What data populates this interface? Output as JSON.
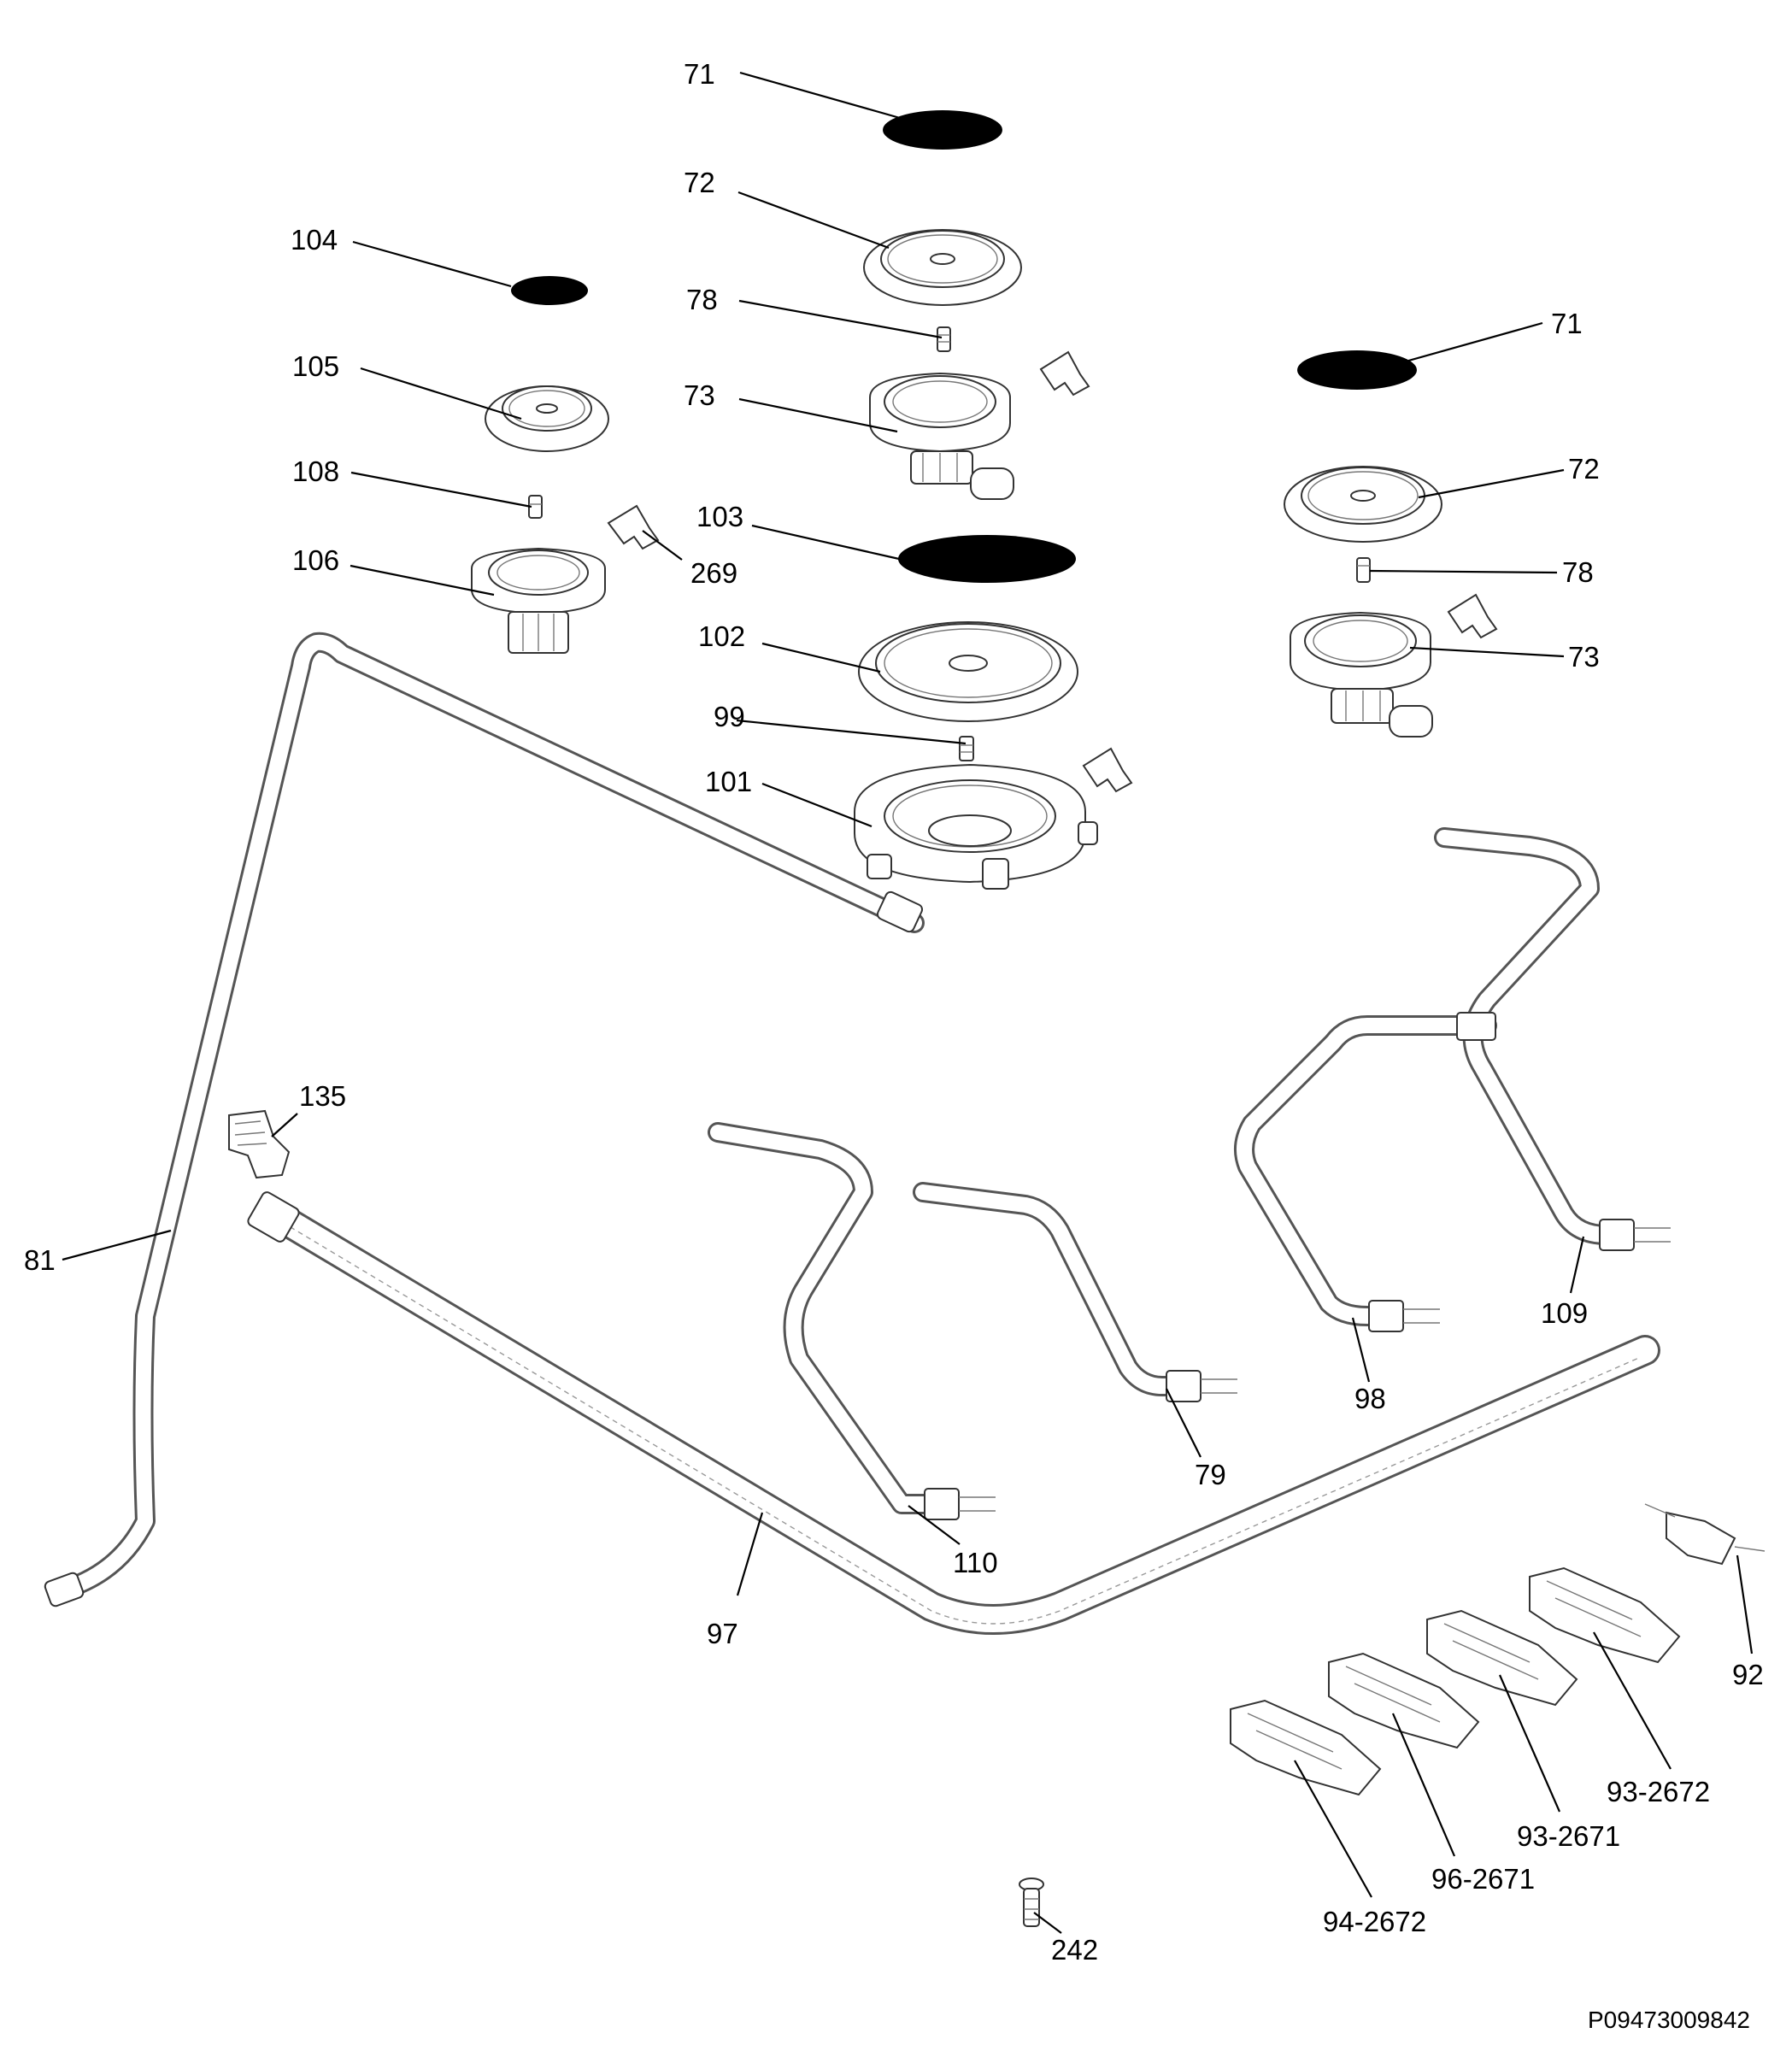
{
  "labels": {
    "p71a": "71",
    "p72a": "72",
    "p78a": "78",
    "p73a": "73",
    "p104": "104",
    "p105": "105",
    "p108": "108",
    "p106": "106",
    "p269": "269",
    "p103": "103",
    "p102": "102",
    "p99": "99",
    "p101": "101",
    "p71b": "71",
    "p72b": "72",
    "p78b": "78",
    "p73b": "73",
    "p135": "135",
    "p81": "81",
    "p97": "97",
    "p110": "110",
    "p79": "79",
    "p98": "98",
    "p109": "109",
    "p92": "92",
    "p93_2672": "93-2672",
    "p93_2671": "93-2671",
    "p96_2671": "96-2671",
    "p94_2672": "94-2672",
    "p242": "242"
  },
  "footer": {
    "diagram_code": "P09473009842"
  }
}
